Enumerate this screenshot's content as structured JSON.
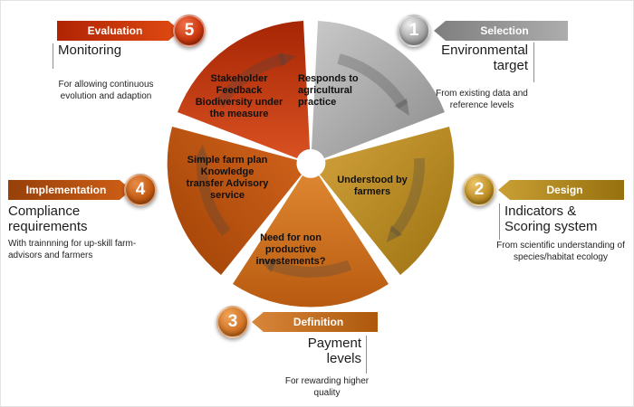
{
  "wheel": {
    "segments": [
      {
        "name": "responds",
        "label": "Responds to agricultural practice"
      },
      {
        "name": "understood",
        "label": "Understood by farmers"
      },
      {
        "name": "need-investments",
        "label": "Need for non productive investements?"
      },
      {
        "name": "simple-farm-plan",
        "label": "Simple farm plan Knowledge transfer Advisory service"
      },
      {
        "name": "stakeholder-feedback",
        "label": "Stakeholder Feedback Biodiversity under the measure"
      }
    ]
  },
  "callouts": [
    {
      "key": "selection",
      "number": "1",
      "ribbon": "Selection",
      "title": "Environmental target",
      "desc": "From existing data and reference levels"
    },
    {
      "key": "design",
      "number": "2",
      "ribbon": "Design",
      "title": "Indicators & Scoring system",
      "desc": "From scientific understanding of species/habitat ecology"
    },
    {
      "key": "definition",
      "number": "3",
      "ribbon": "Definition",
      "title": "Payment levels",
      "desc": "For rewarding higher quality"
    },
    {
      "key": "implementation",
      "number": "4",
      "ribbon": "Implementation",
      "title": "Compliance requirements",
      "desc": "With trainnning for up-skill farm-advisors and farmers"
    },
    {
      "key": "evaluation",
      "number": "5",
      "ribbon": "Evaluation",
      "title": "Monitoring",
      "desc": "For allowing continuous evolution and adaption"
    }
  ],
  "colors": {
    "selection": "#9a9a9a",
    "design": "#b07c1a",
    "definition": "#c9661a",
    "implementation": "#b24a0a",
    "evaluation": "#c22c08",
    "wedge_text": "#101010",
    "background": "#ffffff"
  }
}
